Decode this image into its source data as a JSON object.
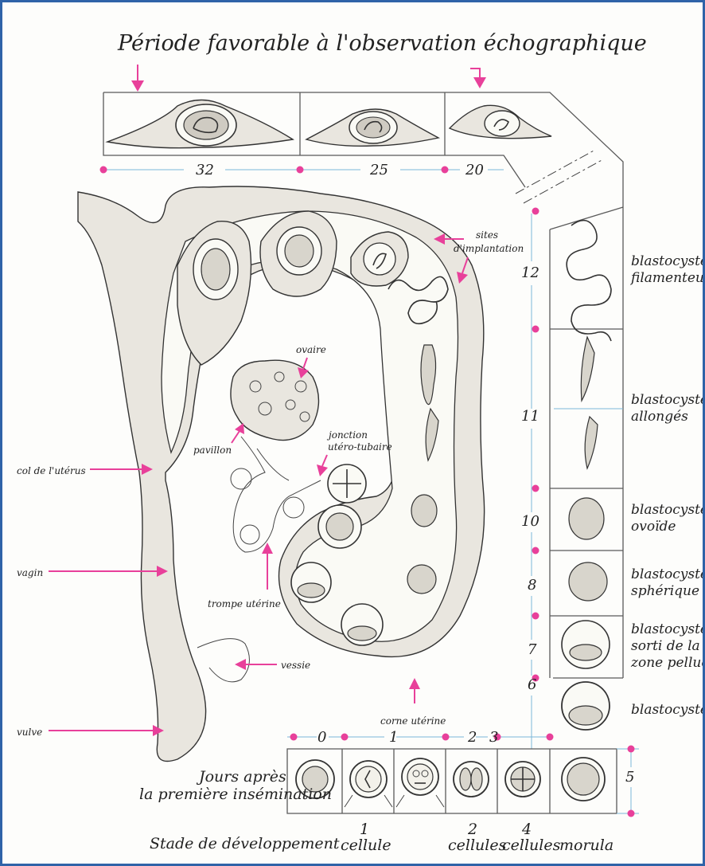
{
  "title": "Période favorable à l'observation échographique",
  "top_scale": [
    "32",
    "25",
    "20"
  ],
  "day_scale_right": [
    "12",
    "11",
    "10",
    "8",
    "7",
    "6"
  ],
  "day_scale_bottom": [
    "0",
    "1",
    "2",
    "3"
  ],
  "day_five": "5",
  "stage_labels_right": {
    "filamenteux_1": "blastocystes",
    "filamenteux_2": "filamenteux",
    "allonges_1": "blastocystes",
    "allonges_2": "allongés",
    "ovoide_1": "blastocyste",
    "ovoide_2": "ovoïde",
    "spherique_1": "blastocyste",
    "spherique_2": "sphérique",
    "sorti_1": "blastocyste",
    "sorti_2": "sorti de la",
    "sorti_3": "zone pellucide",
    "blastocyste": "blastocyste"
  },
  "anatomy": {
    "sites_1": "sites",
    "sites_2": "d'implantation",
    "ovaire": "ovaire",
    "pavillon": "pavillon",
    "jonction_1": "jonction",
    "jonction_2": "utéro-tubaire",
    "col": "col de l'utérus",
    "vagin": "vagin",
    "trompe": "trompe utérine",
    "vessie": "vessie",
    "corne": "corne utérine",
    "vulve": "vulve"
  },
  "bottom": {
    "jours_1": "Jours après",
    "jours_2": "la première insémination",
    "stade": "Stade de développement",
    "s1_num": "1",
    "s1_txt": "cellule",
    "s2_num": "2",
    "s2_txt": "cellules",
    "s4_num": "4",
    "s4_txt": "cellules",
    "morula": "morula"
  },
  "colors": {
    "accent": "#e8409a",
    "frame": "#2f63a8",
    "grid_blue": "#7ab6d8"
  }
}
